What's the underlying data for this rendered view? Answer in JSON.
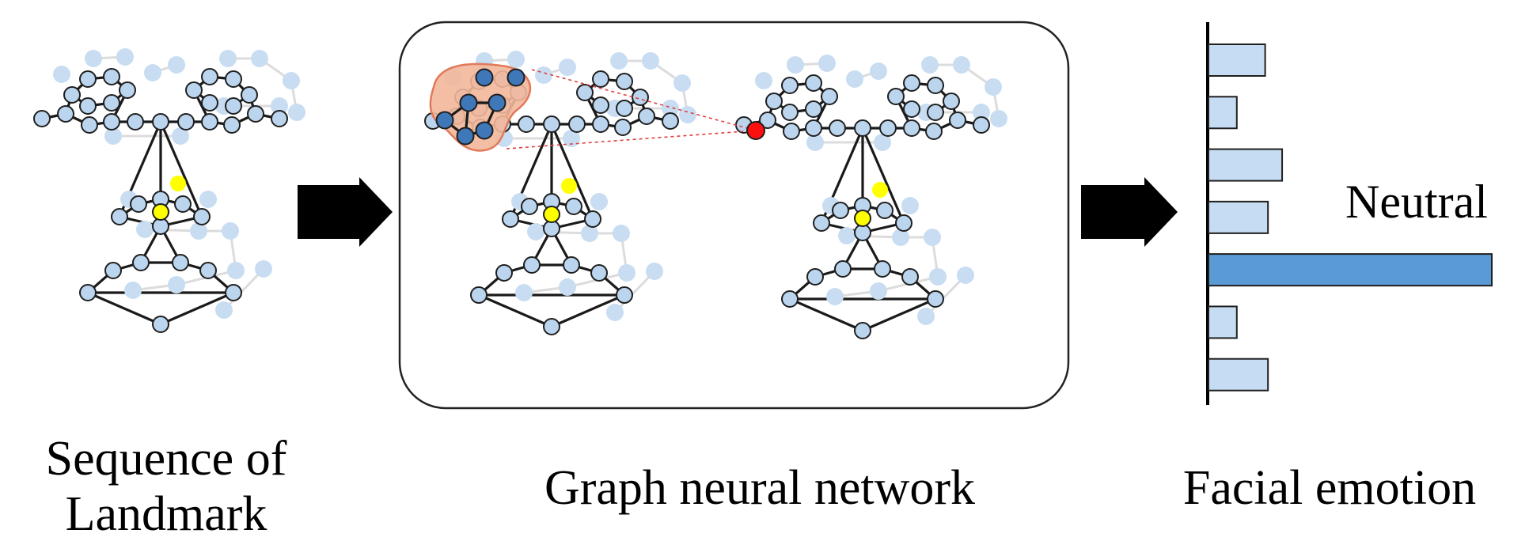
{
  "captions": {
    "left_line1": "Sequence of",
    "left_line2": "Landmark",
    "middle": "Graph neural network",
    "right": "Facial emotion"
  },
  "output_label": "Neutral",
  "emotion_scores": [
    0.2,
    0.1,
    0.26,
    0.21,
    1.0,
    0.1,
    0.21
  ],
  "highlight_index": 4,
  "colors": {
    "node_fill": "#bcd5ee",
    "node_faded": "#c8ddf2",
    "node_dark": "#3f78b8",
    "edge": "#1a1a1a",
    "edge_faded": "#dcdcdc",
    "yellow_node": "#ffff00",
    "red_node": "#ff1010",
    "patch_fill": "#f3b79a",
    "patch_stroke": "#e07a5a",
    "bar_fill": "#c5dcf2",
    "bar_highlight": "#5b9bd5",
    "arrow": "#000000"
  }
}
